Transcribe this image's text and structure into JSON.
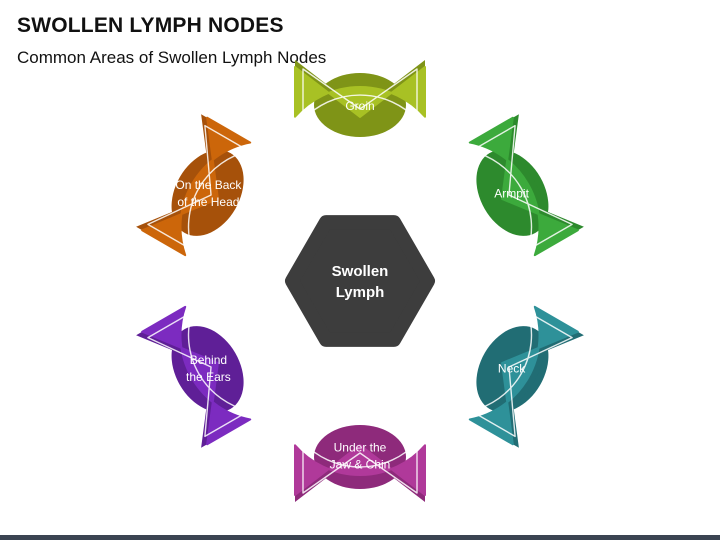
{
  "title": "SWOLLEN LYMPH NODES",
  "subtitle": "Common Areas of Swollen Lymph Nodes",
  "center": {
    "lines": [
      "Swollen",
      "Lymph"
    ],
    "color": "#3d3d3d"
  },
  "petals": [
    {
      "name": "groin",
      "lines": [
        "Groin"
      ],
      "color": "#a8c124",
      "dark": "#7f9417"
    },
    {
      "name": "armpit",
      "lines": [
        "Armpit"
      ],
      "color": "#3caa3c",
      "dark": "#2d8a2d"
    },
    {
      "name": "neck",
      "lines": [
        "Neck"
      ],
      "color": "#2e9199",
      "dark": "#216d74"
    },
    {
      "name": "under-jaw",
      "lines": [
        "Under the",
        "Jaw & Chin"
      ],
      "color": "#b0399a",
      "dark": "#8e2a7b"
    },
    {
      "name": "behind-ears",
      "lines": [
        "Behind",
        "the Ears"
      ],
      "color": "#7c2bc0",
      "dark": "#5f1f97"
    },
    {
      "name": "back-of-head",
      "lines": [
        "On the Back",
        "of the Head"
      ],
      "color": "#cc660a",
      "dark": "#a6510a"
    }
  ]
}
